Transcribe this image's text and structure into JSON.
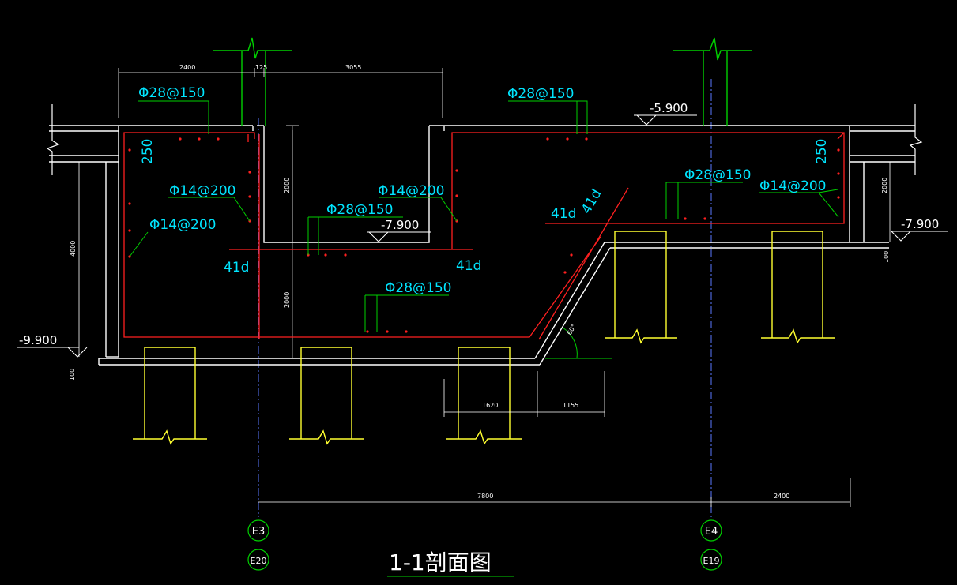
{
  "title": "1-1剖面图",
  "colors": {
    "background": "#000000",
    "concrete": "#ffffff",
    "rebar": "#ff2020",
    "annotation": "#00e5ff",
    "leader": "#00d000",
    "pile": "#ffff30",
    "grid_axis": "#5a78ff",
    "dimension": "#ffffff"
  },
  "rebar_labels": {
    "top_left": "Φ28@150",
    "top_right": "Φ28@150",
    "mid_step": "Φ28@150",
    "bottom": "Φ28@150",
    "right_inner": "Φ28@150",
    "wall_left_1": "Φ14@200",
    "wall_left_2": "Φ14@200",
    "wall_mid": "Φ14@200",
    "wall_right": "Φ14@200"
  },
  "cover_labels": {
    "left": "250",
    "right": "250"
  },
  "anchorage_labels": {
    "mid_left": "41d",
    "mid_right": "41d",
    "slope_left": "41d",
    "slope_right": "41d"
  },
  "levels": {
    "top": "-5.900",
    "mid": "-7.900",
    "right": "-7.900",
    "bottom": "-9.900"
  },
  "dimensions": {
    "top_left": "2400",
    "top_gap": "125",
    "top_right": "3055",
    "left_height": "4000",
    "step_height": "2000",
    "lower_height": "2000",
    "right_height": "2000",
    "left_slab": "100",
    "right_slab": "100",
    "bottom_1": "1620",
    "bottom_2": "1155",
    "axis_span": "7800",
    "right_span": "2400",
    "angle": "60°"
  },
  "grid_axes": {
    "e3": "E3",
    "e20": "E20",
    "e4": "E4",
    "e19": "E19"
  }
}
